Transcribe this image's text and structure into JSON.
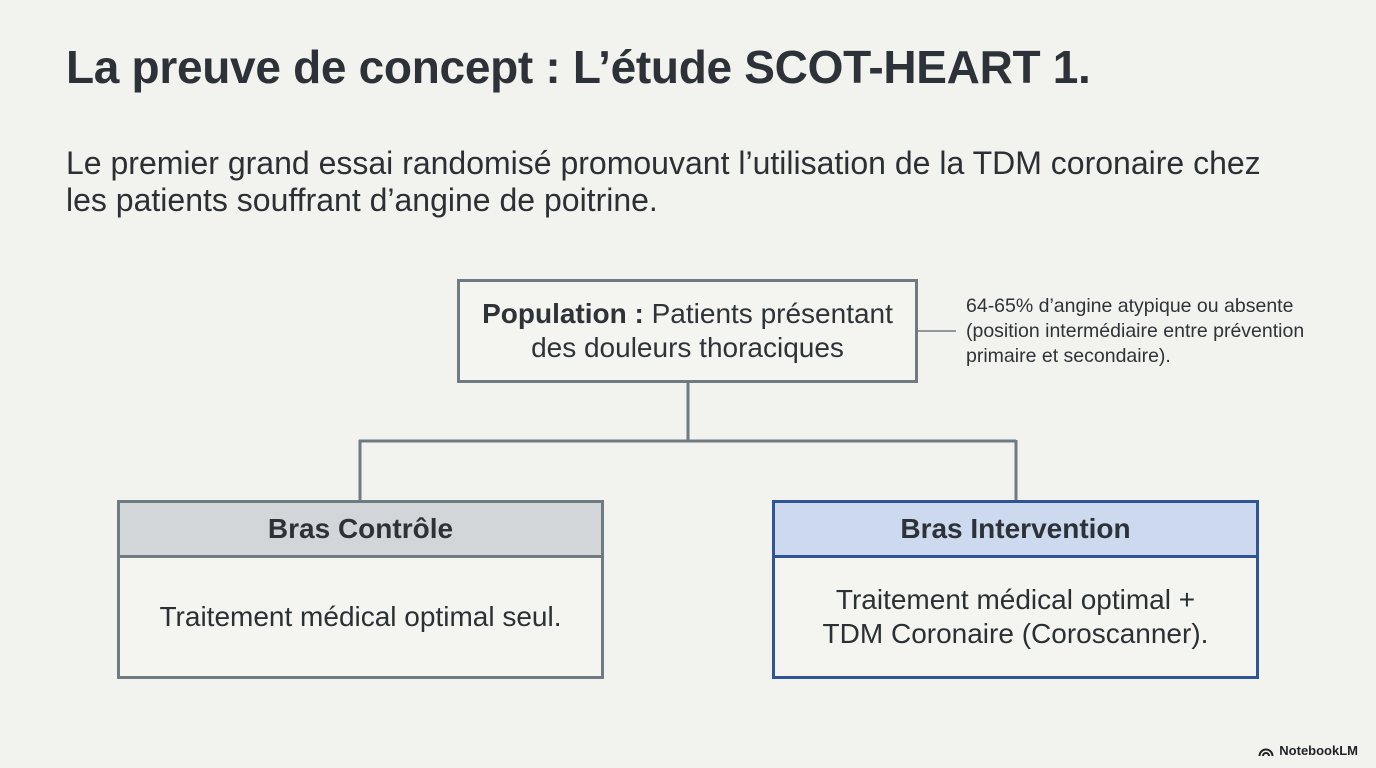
{
  "title": "La preuve de concept : L’étude SCOT-HEART 1.",
  "subtitle": "Le premier grand essai randomisé promouvant l’utilisation de la TDM coronaire chez les patients souffrant d’angine de poitrine.",
  "population": {
    "label": "Population :",
    "text": "Patients présentant",
    "text_line2": "des douleurs thoraciques"
  },
  "note": "64-65% d’angine atypique ou absente (position intermédiaire entre prévention primaire et secondaire).",
  "arms": {
    "control": {
      "title": "Bras Contrôle",
      "body": "Traitement médical optimal seul."
    },
    "intervention": {
      "title": "Bras Intervention",
      "body_line1": "Traitement médical optimal +",
      "body_line2": "TDM Coronaire (Coroscanner)."
    }
  },
  "colors": {
    "background": "#f2f2ee",
    "box_border": "#6f7a81",
    "control_header": "#d3d6d9",
    "intervention_border": "#2f5597",
    "intervention_header": "#cdd9ef"
  },
  "brand": {
    "icon": "notebooklm-logo-icon",
    "label": "NotebookLM"
  }
}
